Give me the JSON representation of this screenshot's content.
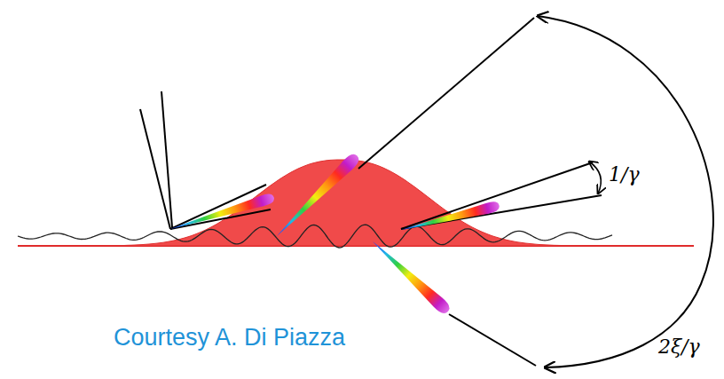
{
  "diagram": {
    "labels": [
      "1/γ",
      "2ξ/γ",
      "Courtesy A. Di Piazza"
    ]
  }
}
